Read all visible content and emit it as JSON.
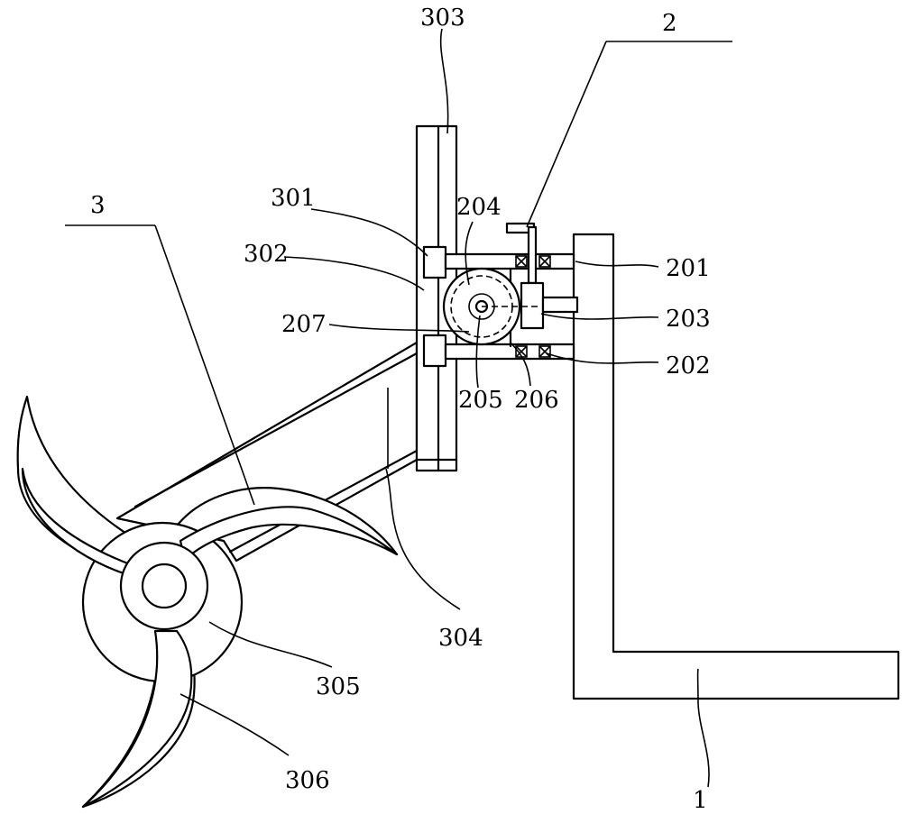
{
  "labels": {
    "l1": "1",
    "l2": "2",
    "l3": "3",
    "l201": "201",
    "l202": "202",
    "l203": "203",
    "l204": "204",
    "l205": "205",
    "l206": "206",
    "l207": "207",
    "l301": "301",
    "l302": "302",
    "l303": "303",
    "l304": "304",
    "l305": "305",
    "l306": "306"
  }
}
